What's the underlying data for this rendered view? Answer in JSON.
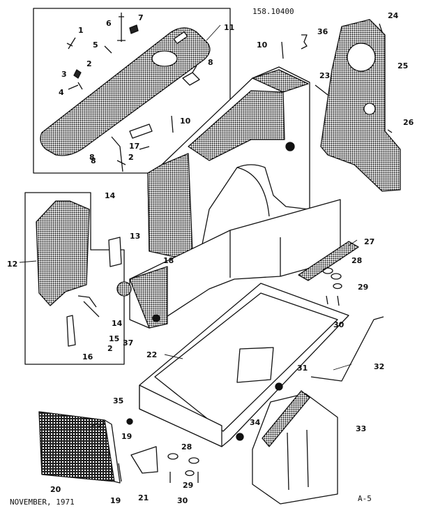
{
  "header": {
    "model_number": "158.10400"
  },
  "footer": {
    "date": "NOVEMBER, 1971",
    "page_ref": "A-5"
  },
  "callouts": [
    "1",
    "2",
    "3",
    "4",
    "5",
    "6",
    "7",
    "8",
    "10",
    "11",
    "2",
    "8",
    "17",
    "8",
    "2",
    "10",
    "36",
    "23",
    "24",
    "25",
    "26",
    "27",
    "28",
    "29",
    "30",
    "12",
    "14",
    "13",
    "18",
    "14",
    "15",
    "2",
    "16",
    "37",
    "22",
    "31",
    "32",
    "35",
    "19",
    "28",
    "34",
    "33",
    "20",
    "19",
    "21",
    "29",
    "30"
  ],
  "colors": {
    "ink": "#111111",
    "paper": "#ffffff",
    "halftone": "#3a3a3a"
  }
}
